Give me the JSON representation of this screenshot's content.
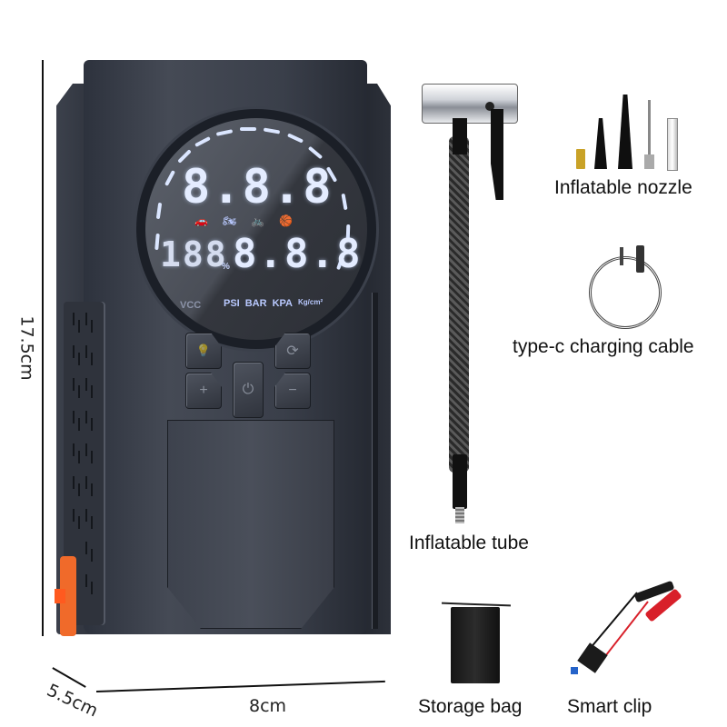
{
  "dimensions": {
    "height": "17.5cm",
    "width": "8cm",
    "depth": "5.5cm"
  },
  "device": {
    "display": {
      "top_digits": "8.8.8",
      "bottom_left_digits": "188",
      "percent_symbol": "%",
      "bottom_right_digits": "8.8.8",
      "voltage_label": "VCC",
      "mode_icons": [
        "car-icon",
        "motorcycle-icon",
        "bicycle-icon",
        "ball-icon"
      ],
      "units": [
        "PSI",
        "BAR",
        "KPA",
        "Kg/cm²"
      ]
    },
    "buttons": [
      {
        "name": "light-button",
        "icon": "💡"
      },
      {
        "name": "mode-cycle-button",
        "icon": "⟳"
      },
      {
        "name": "power-button",
        "icon": "⏻"
      },
      {
        "name": "plus-button",
        "icon": "+"
      },
      {
        "name": "minus-button",
        "icon": "−"
      }
    ],
    "colors": {
      "body": "#3a3f4a",
      "display_glow": "#e4ecff",
      "accent_orange": "#f06a2a"
    }
  },
  "accessories": [
    {
      "id": "nozzle",
      "label": "Inflatable nozzle"
    },
    {
      "id": "cable",
      "label": "type-c charging cable"
    },
    {
      "id": "tube",
      "label": "Inflatable tube"
    },
    {
      "id": "bag",
      "label": "Storage bag"
    },
    {
      "id": "clip",
      "label": "Smart clip"
    }
  ]
}
